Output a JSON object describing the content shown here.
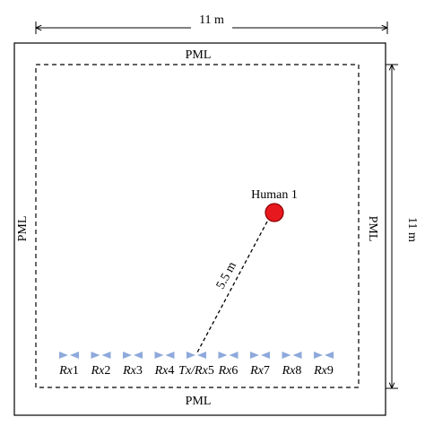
{
  "domain_width_label": "11 m",
  "domain_height_label": "11 m",
  "pml_labels": {
    "top": "PML",
    "bottom": "PML",
    "left": "PML",
    "right": "PML"
  },
  "human": {
    "label": "Human 1",
    "color": "#e8191e"
  },
  "distance_label": "5.5 m",
  "antennas": [
    {
      "prefix": "Rx",
      "num": "1"
    },
    {
      "prefix": "Rx",
      "num": "2"
    },
    {
      "prefix": "Rx",
      "num": "3"
    },
    {
      "prefix": "Rx",
      "num": "4"
    },
    {
      "prefix": "Tx/Rx",
      "num": "5"
    },
    {
      "prefix": "Rx",
      "num": "6"
    },
    {
      "prefix": "Rx",
      "num": "7"
    },
    {
      "prefix": "Rx",
      "num": "8"
    },
    {
      "prefix": "Rx",
      "num": "9"
    }
  ],
  "antenna_color": "#8ea9db"
}
